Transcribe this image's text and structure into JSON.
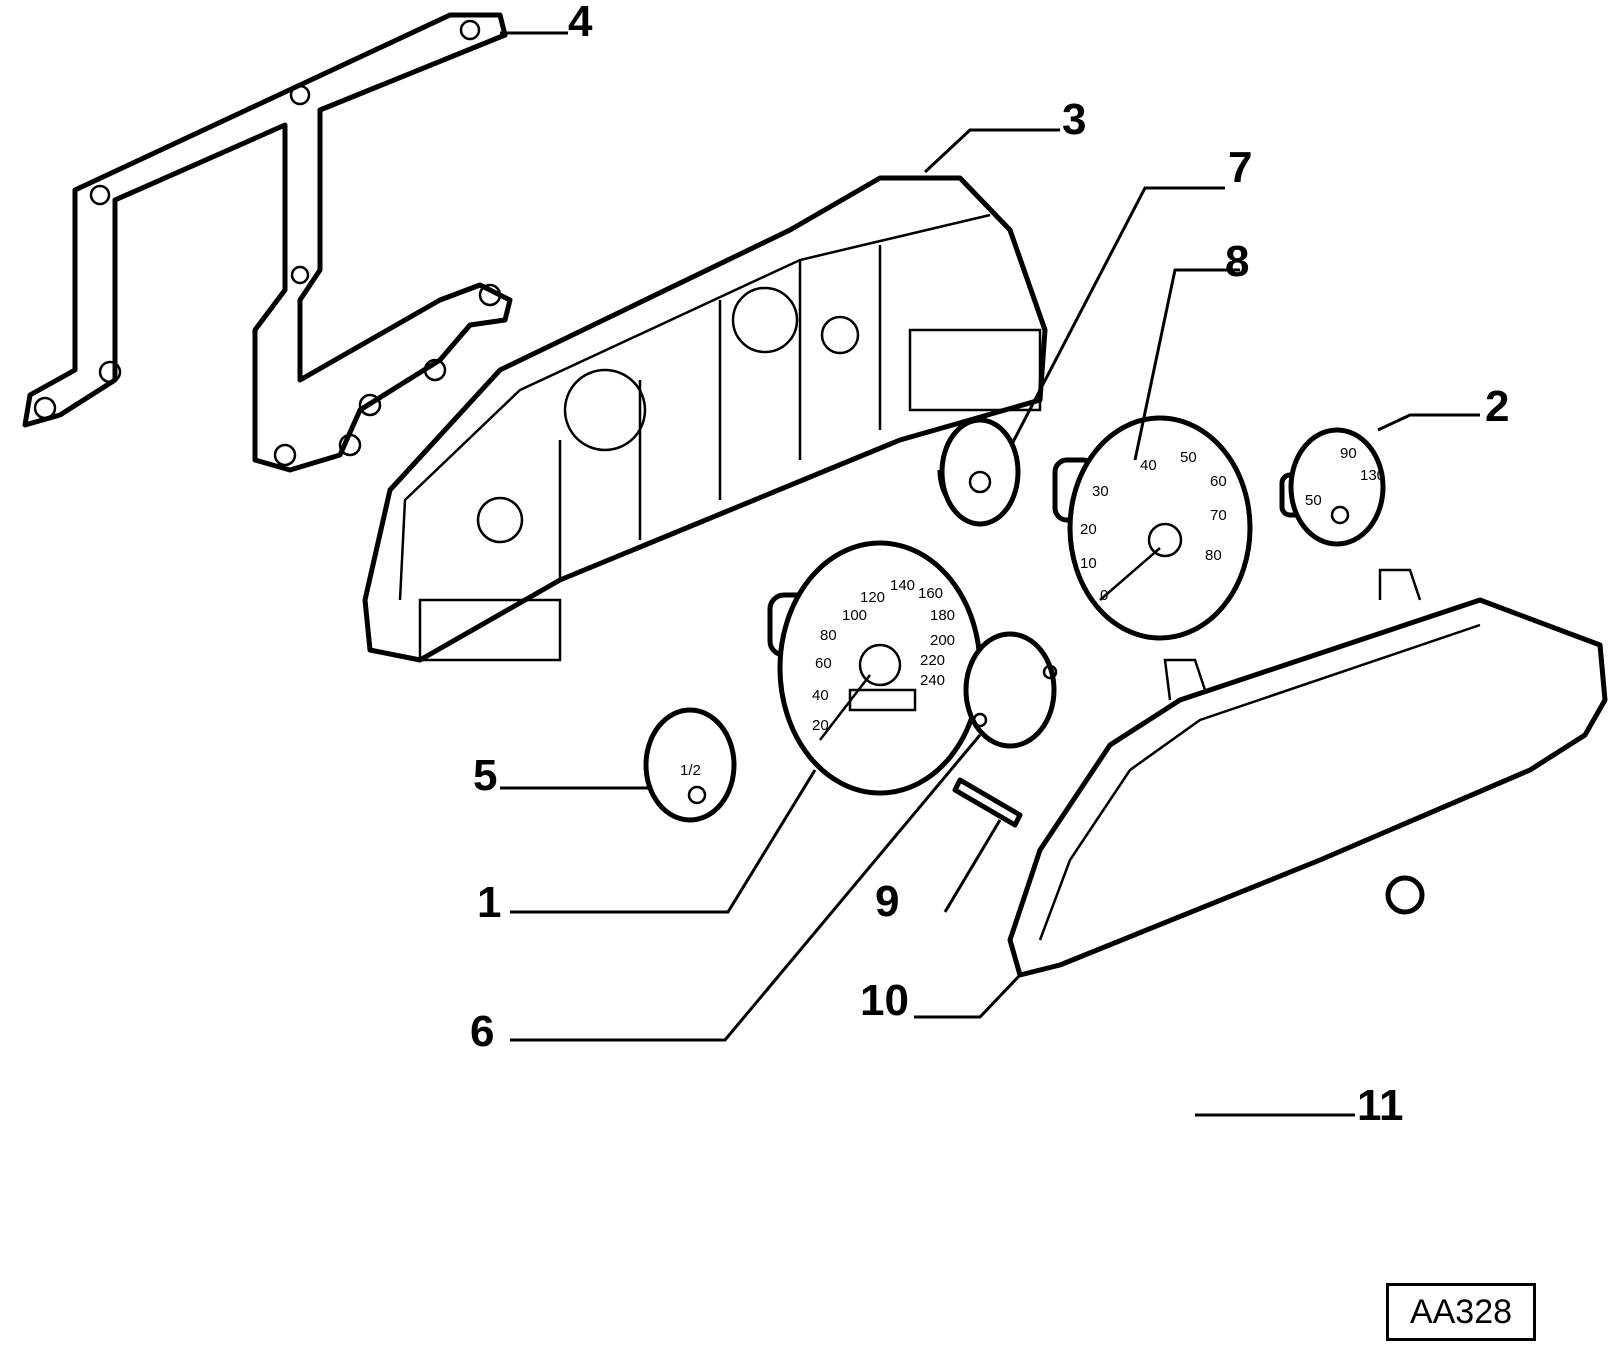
{
  "diagram": {
    "reference_code": "AA328",
    "callouts": [
      "1",
      "2",
      "3",
      "4",
      "5",
      "6",
      "7",
      "8",
      "9",
      "10",
      "11"
    ],
    "speedometer_ticks": [
      "20",
      "40",
      "60",
      "80",
      "100",
      "120",
      "140",
      "160",
      "180",
      "200",
      "220",
      "240"
    ],
    "tachometer_ticks": [
      "0",
      "10",
      "20",
      "30",
      "40",
      "50",
      "60",
      "70",
      "80"
    ],
    "temp_gauge_ticks": [
      "50",
      "90",
      "130"
    ],
    "fuel_gauge_ticks": [
      "1/2"
    ]
  }
}
